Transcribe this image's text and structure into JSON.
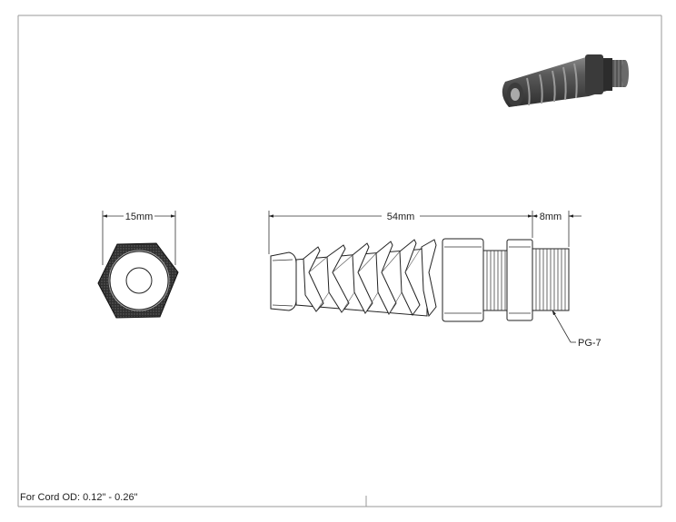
{
  "dimensions": {
    "hex_width": "15mm",
    "overall_length": "54mm",
    "thread_length": "8mm"
  },
  "callouts": {
    "thread_spec": "PG-7"
  },
  "notes": {
    "cord_range": "For Cord OD: 0.12\" - 0.26\""
  },
  "colors": {
    "part_dark": "#4a4a4a",
    "frame": "#9a9a9a",
    "lines": "#222222"
  },
  "icons": {
    "iso_view": "cord-grip-iso-render-icon"
  }
}
